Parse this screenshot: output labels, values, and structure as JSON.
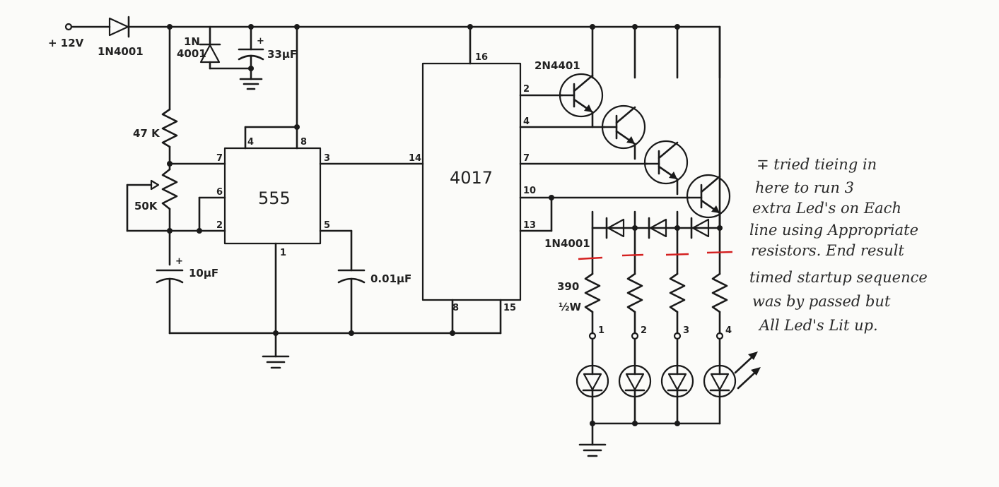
{
  "components": {
    "supply": "+ 12V",
    "diode_input": "1N4001",
    "diode_protect_line1": "1N",
    "diode_protect_line2": "4001",
    "cap_supply": "33μF",
    "resistor_47k": "47 K",
    "pot_50k": "50K",
    "cap_timing": "10μF",
    "ic_555": "555",
    "cap_control": "0.01μF",
    "ic_4017": "4017",
    "transistor": "2N4401",
    "diode_chain": "1N4001",
    "resistor_led_value": "390",
    "resistor_led_power": "½W",
    "plus_sign": "+"
  },
  "pins_555": {
    "p4": "4",
    "p8": "8",
    "p7": "7",
    "p6": "6",
    "p2": "2",
    "p3": "3",
    "p5": "5",
    "p1": "1"
  },
  "pins_4017": {
    "p16": "16",
    "p14": "14",
    "p2": "2",
    "p4": "4",
    "p7": "7",
    "p10": "10",
    "p13": "13",
    "p8": "8",
    "p15": "15"
  },
  "led_numbers": [
    "1",
    "2",
    "3",
    "4"
  ],
  "annotation": [
    "∓ tried tieing in",
    "here to run 3",
    "extra Led's on Each",
    "line using Appropriate",
    "resistors. End result",
    "timed startup sequence",
    "was by passed but",
    "All Led's Lit up."
  ],
  "colors": {
    "ink": "#1a1a1a",
    "paper": "#fbfbf9",
    "marker": "#d42020"
  }
}
